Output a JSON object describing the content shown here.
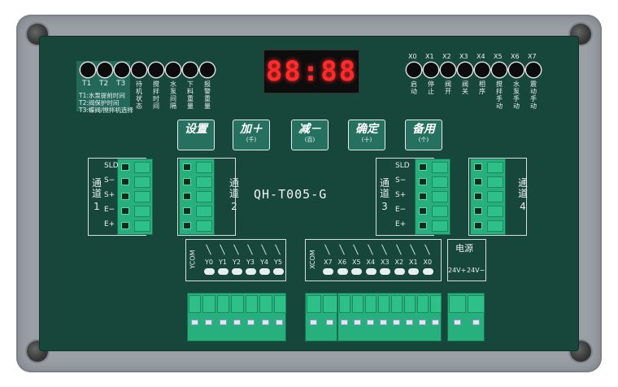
{
  "display": {
    "value": "88:88"
  },
  "model": "QH-T005-G",
  "left_leds": [
    {
      "label": "T1"
    },
    {
      "label": "T2"
    },
    {
      "label": "T3"
    },
    {
      "label": "待机状态"
    },
    {
      "label": "搅拌时间"
    },
    {
      "label": "水泵间隔"
    },
    {
      "label": "下料重量"
    },
    {
      "label": "报警重量"
    }
  ],
  "t_legend": [
    "T1:水泵提前时间",
    "T2:阀保护时间",
    "T3:蝶阀/搅拌机选择"
  ],
  "right_leds": [
    {
      "code": "X0",
      "label": "启动"
    },
    {
      "code": "X1",
      "label": "停止"
    },
    {
      "code": "X2",
      "label": "阀开"
    },
    {
      "code": "X3",
      "label": "阀关"
    },
    {
      "code": "X4",
      "label": "相序"
    },
    {
      "code": "X5",
      "label": "搅拌手动"
    },
    {
      "code": "X6",
      "label": "水泵手动"
    },
    {
      "code": "X7",
      "label": "震动手动"
    }
  ],
  "buttons": [
    {
      "main": "设置",
      "sub": ""
    },
    {
      "main": "加＋",
      "sub": "(千)"
    },
    {
      "main": "减－",
      "sub": "(百)"
    },
    {
      "main": "确定",
      "sub": "(十)"
    },
    {
      "main": "备用",
      "sub": "(个)"
    }
  ],
  "channel_pins": [
    "SLD",
    "S−",
    "S+",
    "E−",
    "E+"
  ],
  "channels": [
    {
      "label": "通道",
      "num": "1"
    },
    {
      "label": "通道",
      "num": "2"
    },
    {
      "label": "通道",
      "num": "3"
    },
    {
      "label": "通道",
      "num": "4"
    }
  ],
  "outputs": {
    "common": "YCOM",
    "pins": [
      "Y0",
      "Y1",
      "Y2",
      "Y3",
      "Y4",
      "Y5"
    ]
  },
  "inputs": {
    "common": "XCOM",
    "pins": [
      "X7",
      "X6",
      "X5",
      "X4",
      "X3",
      "X2",
      "X1",
      "X0"
    ]
  },
  "power": {
    "title": "电源",
    "pins": [
      "24V+",
      "24V−"
    ]
  }
}
